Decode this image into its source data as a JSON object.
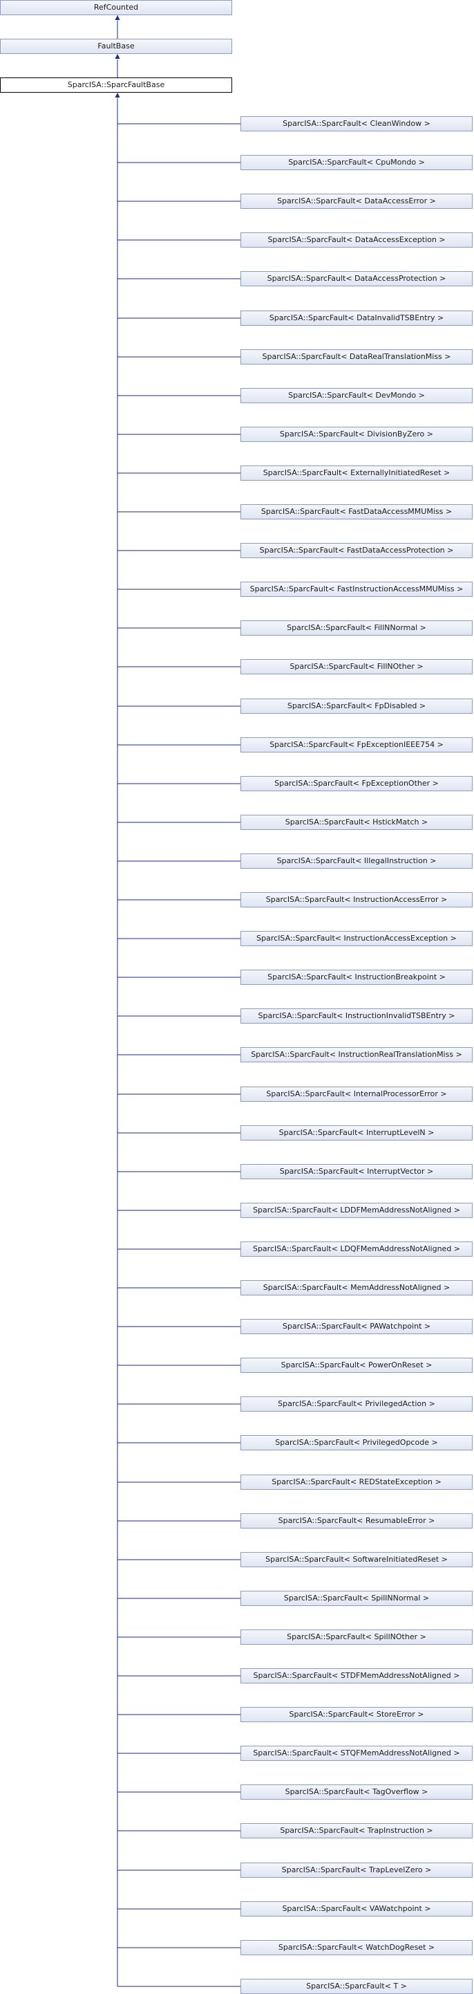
{
  "diagram": {
    "ancestors": [
      "RefCounted",
      "FaultBase"
    ],
    "self": "SparcISA::SparcFaultBase",
    "children": [
      "SparcISA::SparcFault< CleanWindow >",
      "SparcISA::SparcFault< CpuMondo >",
      "SparcISA::SparcFault< DataAccessError >",
      "SparcISA::SparcFault< DataAccessException >",
      "SparcISA::SparcFault< DataAccessProtection >",
      "SparcISA::SparcFault< DataInvalidTSBEntry >",
      "SparcISA::SparcFault< DataRealTranslationMiss >",
      "SparcISA::SparcFault< DevMondo >",
      "SparcISA::SparcFault< DivisionByZero >",
      "SparcISA::SparcFault< ExternallyInitiatedReset >",
      "SparcISA::SparcFault< FastDataAccessMMUMiss >",
      "SparcISA::SparcFault< FastDataAccessProtection >",
      "SparcISA::SparcFault< FastInstructionAccessMMUMiss >",
      "SparcISA::SparcFault< FillNNormal >",
      "SparcISA::SparcFault< FillNOther >",
      "SparcISA::SparcFault< FpDisabled >",
      "SparcISA::SparcFault< FpExceptionIEEE754 >",
      "SparcISA::SparcFault< FpExceptionOther >",
      "SparcISA::SparcFault< HstickMatch >",
      "SparcISA::SparcFault< IllegalInstruction >",
      "SparcISA::SparcFault< InstructionAccessError >",
      "SparcISA::SparcFault< InstructionAccessException >",
      "SparcISA::SparcFault< InstructionBreakpoint >",
      "SparcISA::SparcFault< InstructionInvalidTSBEntry >",
      "SparcISA::SparcFault< InstructionRealTranslationMiss >",
      "SparcISA::SparcFault< InternalProcessorError >",
      "SparcISA::SparcFault< InterruptLevelN >",
      "SparcISA::SparcFault< InterruptVector >",
      "SparcISA::SparcFault< LDDFMemAddressNotAligned >",
      "SparcISA::SparcFault< LDQFMemAddressNotAligned >",
      "SparcISA::SparcFault< MemAddressNotAligned >",
      "SparcISA::SparcFault< PAWatchpoint >",
      "SparcISA::SparcFault< PowerOnReset >",
      "SparcISA::SparcFault< PrivilegedAction >",
      "SparcISA::SparcFault< PrivilegedOpcode >",
      "SparcISA::SparcFault< REDStateException >",
      "SparcISA::SparcFault< ResumableError >",
      "SparcISA::SparcFault< SoftwareInitiatedReset >",
      "SparcISA::SparcFault< SpillNNormal >",
      "SparcISA::SparcFault< SpillNOther >",
      "SparcISA::SparcFault< STDFMemAddressNotAligned >",
      "SparcISA::SparcFault< StoreError >",
      "SparcISA::SparcFault< STQFMemAddressNotAligned >",
      "SparcISA::SparcFault< TagOverflow >",
      "SparcISA::SparcFault< TrapInstruction >",
      "SparcISA::SparcFault< TrapLevelZero >",
      "SparcISA::SparcFault< VAWatchpoint >",
      "SparcISA::SparcFault< WatchDogReset >",
      "SparcISA::SparcFault< T >"
    ]
  },
  "colors": {
    "edge": "#1a2a8c",
    "box_border": "#8b9bc3",
    "box_fill": "#e4e9f4",
    "self_border": "#000000"
  }
}
